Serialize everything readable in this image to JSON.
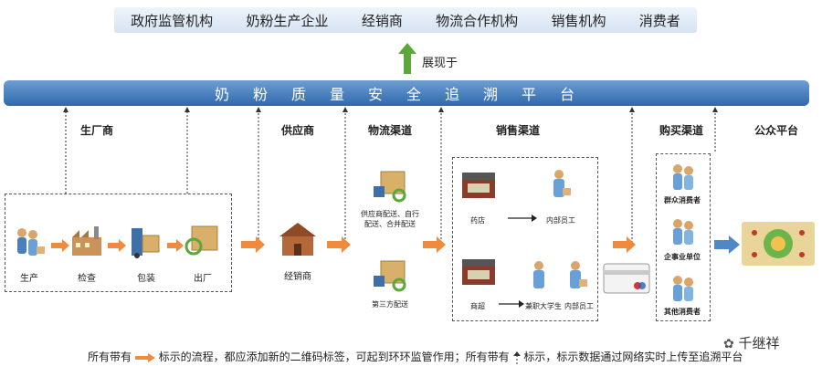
{
  "top_orgs": [
    "政府监管机构",
    "奶粉生产企业",
    "经销商",
    "物流合作机构",
    "销售机构",
    "消费者"
  ],
  "display_label": "展现于",
  "platform_title": "奶粉质量安全追溯平台",
  "stages": {
    "factory": "生厂商",
    "supplier": "供应商",
    "logistics": "物流渠道",
    "sales": "销售渠道",
    "purchase": "购买渠道",
    "public": "公众平台"
  },
  "factory_steps": [
    "生产",
    "检查",
    "包装",
    "出厂"
  ],
  "distributor": "经销商",
  "logistics_items": [
    "供应商配送、自行配送、合并配送",
    "第三方配送"
  ],
  "sales_items": {
    "store": "药店",
    "store_staff": "内部员工",
    "mall": "商超",
    "mall_staff1": "兼职大学生",
    "mall_staff2": "内部员工"
  },
  "purchase_items": [
    "群众消费者",
    "企事业单位",
    "其他消费者"
  ],
  "footer_note": {
    "part1": "所有带有",
    "part2": "标示的流程，都应添加新的二维码标签，可起到环环监管作用；所有带有",
    "part3": "标示，标示数据通过网络实时上传至追溯平台"
  },
  "watermark": "千继祥",
  "colors": {
    "flow_arrow": "#f08a3c",
    "platform": "#3a72b5",
    "up_arrow": "#5aa83a",
    "public_arrow": "#4f88c6"
  }
}
